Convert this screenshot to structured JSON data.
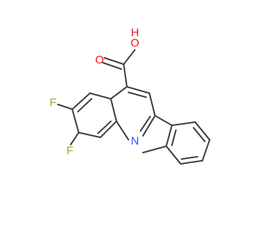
{
  "molecule": {
    "atoms": {
      "hydroxyl_oxygen": "O",
      "hydroxyl_hydrogen": "H",
      "carbonyl_oxygen": "O",
      "fluorine_6": "F",
      "fluorine_8": "F",
      "ring_nitrogen": "N"
    }
  },
  "colors": {
    "bond": "#3a3a3a",
    "oxygen": "#ff0d0d",
    "fluorine": "#8fb03a",
    "nitrogen": "#3050f8"
  }
}
